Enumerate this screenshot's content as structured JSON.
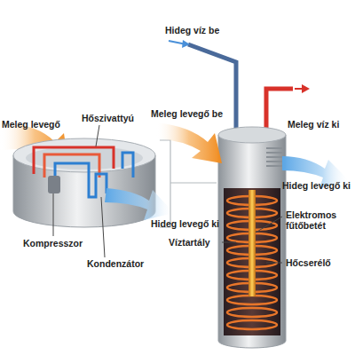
{
  "diagram": {
    "labels": [
      "Hideg víz be",
      "Hőszivattyú",
      "Meleg levegő be",
      "Meleg víz ki",
      "Meleg levegő",
      "Hideg levegő ki",
      "Elektromos fűtőbetét",
      "Hideg levegő ki",
      "Kompresszor",
      "Víztartály",
      "Kondenzátor",
      "Hőcserélő"
    ]
  }
}
